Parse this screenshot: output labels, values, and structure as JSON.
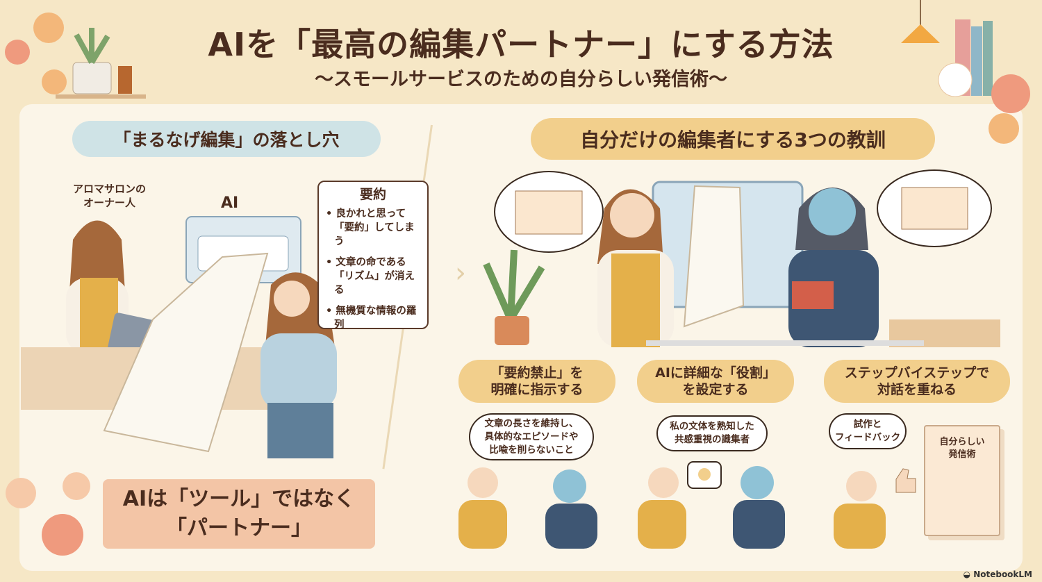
{
  "title": "AIを「最高の編集パートナー」にする方法",
  "subtitle": "〜スモールサービスのための自分らしい発信術〜",
  "left": {
    "heading": "「まるなげ編集」の落とし穴",
    "owner_label_line1": "アロマサロンの",
    "owner_label_line2": "オーナー人",
    "ai_label": "AI",
    "summary": {
      "title": "要約",
      "items": [
        "良かれと思って「要約」してしまう",
        "文章の命である「リズム」が消える",
        "無機質な情報の羅列"
      ]
    },
    "conclusion_line1": "AIは「ツール」ではなく",
    "conclusion_line2": "「パートナー」"
  },
  "right": {
    "heading": "自分だけの編集者にする3つの教訓",
    "tips": [
      {
        "line1": "「要約禁止」を",
        "line2": "明確に指示する",
        "bubble": [
          "文章の長さを維持し、",
          "具体的なエピソードや",
          "比喩を削らないこと"
        ]
      },
      {
        "line1": "AIに詳細な「役割」",
        "line2": "を設定する",
        "bubble": [
          "私の文体を熟知した",
          "共感重視の識集者"
        ]
      },
      {
        "line1": "ステップバイステップで",
        "line2": "対話を重ねる",
        "bubble": [
          "試作と",
          "フィードバック"
        ]
      }
    ],
    "booklet_line1": "自分らしい",
    "booklet_line2": "発信術"
  },
  "watermark": "NotebookLM",
  "colors": {
    "background": "#f6e7c6",
    "panel": "#fbf5e8",
    "blue_pill": "#cfe3e6",
    "orange_pill": "#f2cf8c",
    "pink_box": "#f3c5a6",
    "text": "#4a2c1e"
  }
}
